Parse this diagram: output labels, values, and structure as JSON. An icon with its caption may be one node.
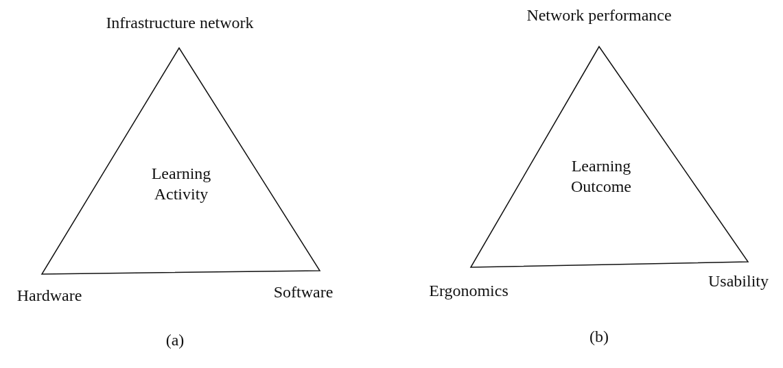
{
  "diagram": {
    "nodes": [
      {
        "text": [
          "Learning Activity"
        ]
      },
      {
        "text": [
          "Learning Outcome"
        ]
      }
    ],
    "labels": [
      "Infrastructure network",
      "Network performance",
      "Hardware",
      "Software",
      "Ergonomics",
      "Usability",
      "(a)",
      "(b)"
    ]
  }
}
